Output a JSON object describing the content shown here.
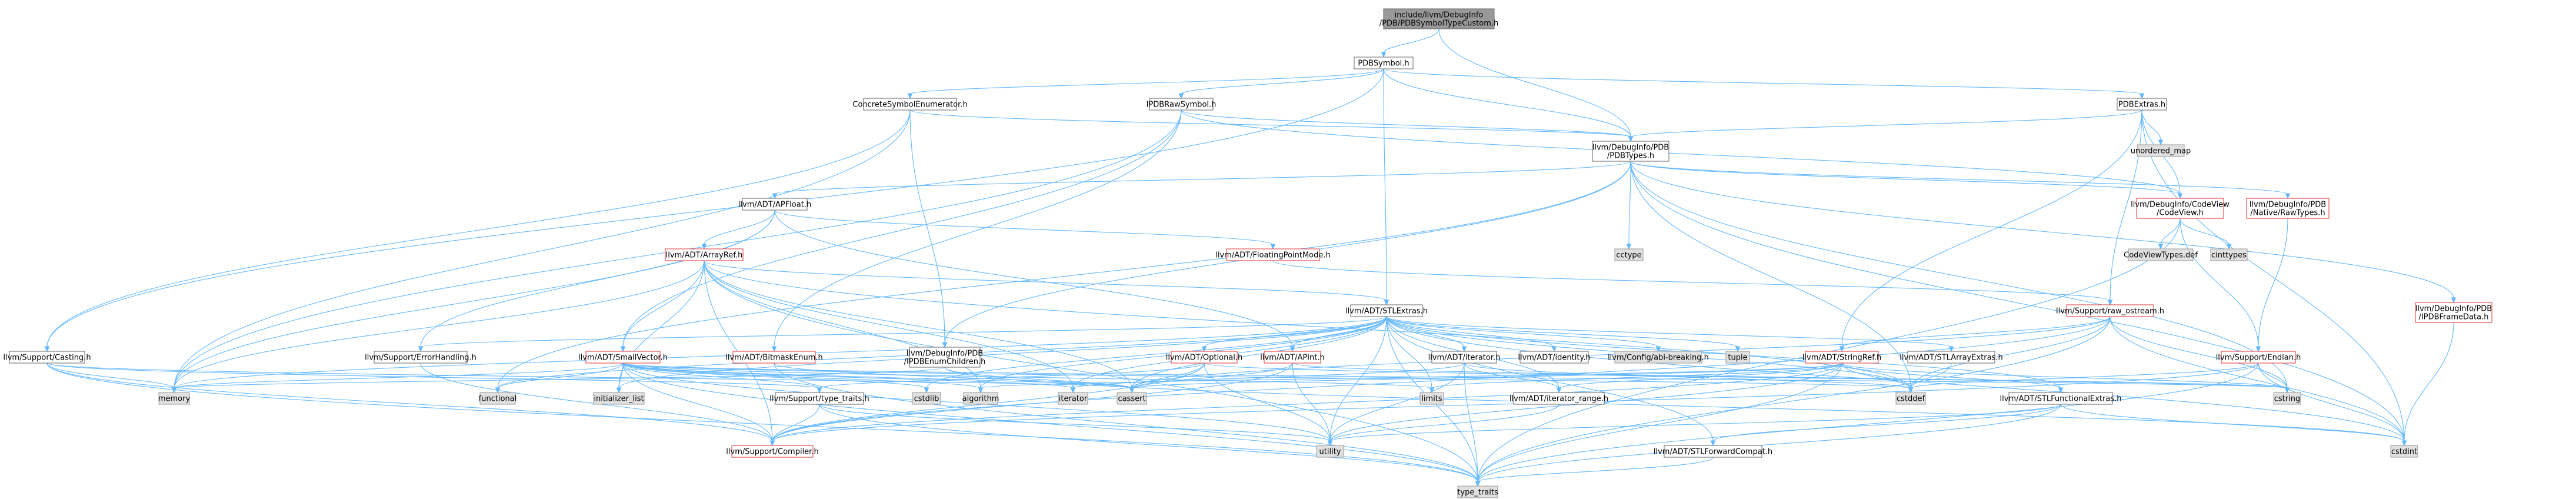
{
  "nodes": [
    {
      "id": "root",
      "lines": [
        "include/llvm/DebugInfo",
        "/PDB/PDBSymbolTypeCustom.h"
      ],
      "style": "root"
    },
    {
      "id": "pdbsymbol",
      "lines": [
        "PDBSymbol.h"
      ],
      "style": "normal"
    },
    {
      "id": "concrete",
      "lines": [
        "ConcreteSymbolEnumerator.h"
      ],
      "style": "normal"
    },
    {
      "id": "ipdbraw",
      "lines": [
        "IPDBRawSymbol.h"
      ],
      "style": "normal"
    },
    {
      "id": "pdbextras",
      "lines": [
        "PDBExtras.h"
      ],
      "style": "normal"
    },
    {
      "id": "pdbtypes",
      "lines": [
        "llvm/DebugInfo/PDB",
        "/PDBTypes.h"
      ],
      "style": "normal"
    },
    {
      "id": "unordered_map",
      "lines": [
        "unordered_map"
      ],
      "style": "gray"
    },
    {
      "id": "apfloat",
      "lines": [
        "llvm/ADT/APFloat.h"
      ],
      "style": "normal"
    },
    {
      "id": "cctype",
      "lines": [
        "cctype"
      ],
      "style": "gray"
    },
    {
      "id": "codeview",
      "lines": [
        "llvm/DebugInfo/CodeView",
        "/CodeView.h"
      ],
      "style": "red"
    },
    {
      "id": "rawtypes",
      "lines": [
        "llvm/DebugInfo/PDB",
        "/Native/RawTypes.h"
      ],
      "style": "red"
    },
    {
      "id": "arrayref",
      "lines": [
        "llvm/ADT/ArrayRef.h"
      ],
      "style": "red"
    },
    {
      "id": "fpmode",
      "lines": [
        "llvm/ADT/FloatingPointMode.h"
      ],
      "style": "red"
    },
    {
      "id": "codeviewtypes",
      "lines": [
        "CodeViewTypes.def"
      ],
      "style": "gray"
    },
    {
      "id": "cinttypes",
      "lines": [
        "cinttypes"
      ],
      "style": "gray"
    },
    {
      "id": "iframe",
      "lines": [
        "llvm/DebugInfo/PDB",
        "/IPDBFrameData.h"
      ],
      "style": "red"
    },
    {
      "id": "stlextras",
      "lines": [
        "llvm/ADT/STLExtras.h"
      ],
      "style": "normal"
    },
    {
      "id": "rawostream",
      "lines": [
        "llvm/Support/raw_ostream.h"
      ],
      "style": "red"
    },
    {
      "id": "casting",
      "lines": [
        "llvm/Support/Casting.h"
      ],
      "style": "normal"
    },
    {
      "id": "errhandling",
      "lines": [
        "llvm/Support/ErrorHandling.h"
      ],
      "style": "normal"
    },
    {
      "id": "smallvector",
      "lines": [
        "llvm/ADT/SmallVector.h"
      ],
      "style": "red"
    },
    {
      "id": "bitmaskenum",
      "lines": [
        "llvm/ADT/BitmaskEnum.h"
      ],
      "style": "red"
    },
    {
      "id": "ienumchildren",
      "lines": [
        "llvm/DebugInfo/PDB",
        "/IPDBEnumChildren.h"
      ],
      "style": "normal"
    },
    {
      "id": "optional",
      "lines": [
        "llvm/ADT/Optional.h"
      ],
      "style": "red"
    },
    {
      "id": "apint",
      "lines": [
        "llvm/ADT/APInt.h"
      ],
      "style": "red"
    },
    {
      "id": "iteratorh",
      "lines": [
        "llvm/ADT/iterator.h"
      ],
      "style": "normal"
    },
    {
      "id": "identity",
      "lines": [
        "llvm/ADT/identity.h"
      ],
      "style": "normal"
    },
    {
      "id": "abibreaking",
      "lines": [
        "llvm/Config/abi-breaking.h"
      ],
      "style": "gray"
    },
    {
      "id": "tuple",
      "lines": [
        "tuple"
      ],
      "style": "gray"
    },
    {
      "id": "stringref",
      "lines": [
        "llvm/ADT/StringRef.h"
      ],
      "style": "red"
    },
    {
      "id": "stlarrayextras",
      "lines": [
        "llvm/ADT/STLArrayExtras.h"
      ],
      "style": "normal"
    },
    {
      "id": "endian",
      "lines": [
        "llvm/Support/Endian.h"
      ],
      "style": "red"
    },
    {
      "id": "memory",
      "lines": [
        "memory"
      ],
      "style": "gray"
    },
    {
      "id": "functional",
      "lines": [
        "functional"
      ],
      "style": "gray"
    },
    {
      "id": "initlist",
      "lines": [
        "initializer_list"
      ],
      "style": "gray"
    },
    {
      "id": "typetraits",
      "lines": [
        "llvm/Support/type_traits.h"
      ],
      "style": "normal"
    },
    {
      "id": "cstdlib",
      "lines": [
        "cstdlib"
      ],
      "style": "gray"
    },
    {
      "id": "algorithm",
      "lines": [
        "algorithm"
      ],
      "style": "gray"
    },
    {
      "id": "iterator",
      "lines": [
        "iterator"
      ],
      "style": "gray"
    },
    {
      "id": "cassert",
      "lines": [
        "cassert"
      ],
      "style": "gray"
    },
    {
      "id": "limits",
      "lines": [
        "limits"
      ],
      "style": "gray"
    },
    {
      "id": "iterrange",
      "lines": [
        "llvm/ADT/iterator_range.h"
      ],
      "style": "normal"
    },
    {
      "id": "cstddef",
      "lines": [
        "cstddef"
      ],
      "style": "gray"
    },
    {
      "id": "stlfunc",
      "lines": [
        "llvm/ADT/STLFunctionalExtras.h"
      ],
      "style": "normal"
    },
    {
      "id": "cstring",
      "lines": [
        "cstring"
      ],
      "style": "gray"
    },
    {
      "id": "compiler",
      "lines": [
        "llvm/Support/Compiler.h"
      ],
      "style": "red"
    },
    {
      "id": "utility",
      "lines": [
        "utility"
      ],
      "style": "gray"
    },
    {
      "id": "stlfwd",
      "lines": [
        "llvm/ADT/STLForwardCompat.h"
      ],
      "style": "normal"
    },
    {
      "id": "cstdint",
      "lines": [
        "cstdint"
      ],
      "style": "gray"
    },
    {
      "id": "type_traits",
      "lines": [
        "type_traits"
      ],
      "style": "gray"
    }
  ],
  "edges": [
    [
      "root",
      "pdbsymbol"
    ],
    [
      "root",
      "pdbtypes"
    ],
    [
      "pdbsymbol",
      "concrete"
    ],
    [
      "pdbsymbol",
      "ipdbraw"
    ],
    [
      "pdbsymbol",
      "pdbextras"
    ],
    [
      "pdbsymbol",
      "pdbtypes"
    ],
    [
      "pdbsymbol",
      "stlextras"
    ],
    [
      "pdbsymbol",
      "casting"
    ],
    [
      "concrete",
      "ienumchildren"
    ],
    [
      "concrete",
      "pdbtypes"
    ],
    [
      "concrete",
      "casting"
    ],
    [
      "concrete",
      "memory"
    ],
    [
      "ipdbraw",
      "pdbtypes"
    ],
    [
      "ipdbraw",
      "bitmaskenum"
    ],
    [
      "ipdbraw",
      "memory"
    ],
    [
      "ipdbraw",
      "codeview"
    ],
    [
      "ipdbraw",
      "smallvector"
    ],
    [
      "pdbextras",
      "pdbtypes"
    ],
    [
      "pdbextras",
      "codeview"
    ],
    [
      "pdbextras",
      "stringref"
    ],
    [
      "pdbextras",
      "rawostream"
    ],
    [
      "pdbextras",
      "unordered_map"
    ],
    [
      "pdbextras",
      "cstdint"
    ],
    [
      "pdbtypes",
      "apfloat"
    ],
    [
      "pdbtypes",
      "codeview"
    ],
    [
      "pdbtypes",
      "rawtypes"
    ],
    [
      "pdbtypes",
      "iframe"
    ],
    [
      "pdbtypes",
      "ienumchildren"
    ],
    [
      "pdbtypes",
      "cctype"
    ],
    [
      "pdbtypes",
      "cstddef"
    ],
    [
      "pdbtypes",
      "cstdint"
    ],
    [
      "pdbtypes",
      "cstring"
    ],
    [
      "pdbtypes",
      "functional"
    ],
    [
      "apfloat",
      "arrayref"
    ],
    [
      "apfloat",
      "fpmode"
    ],
    [
      "apfloat",
      "errhandling"
    ],
    [
      "apfloat",
      "apint"
    ],
    [
      "apfloat",
      "memory"
    ],
    [
      "codeview",
      "codeviewtypes"
    ],
    [
      "codeview",
      "cinttypes"
    ],
    [
      "codeview",
      "endian"
    ],
    [
      "codeview",
      "type_traits"
    ],
    [
      "rawtypes",
      "endian"
    ],
    [
      "iframe",
      "cstdint"
    ],
    [
      "fpmode",
      "rawostream"
    ],
    [
      "arrayref",
      "stlextras"
    ],
    [
      "arrayref",
      "smallvector"
    ],
    [
      "arrayref",
      "compiler"
    ],
    [
      "arrayref",
      "algorithm"
    ],
    [
      "arrayref",
      "cassert"
    ],
    [
      "arrayref",
      "cstddef"
    ],
    [
      "arrayref",
      "initlist"
    ],
    [
      "arrayref",
      "iterator"
    ],
    [
      "arrayref",
      "memory"
    ],
    [
      "arrayref",
      "type_traits"
    ],
    [
      "arrayref",
      "vector_dummy"
    ],
    [
      "stlextras",
      "optional"
    ],
    [
      "stlextras",
      "apint"
    ],
    [
      "stlextras",
      "iteratorh"
    ],
    [
      "stlextras",
      "identity"
    ],
    [
      "stlextras",
      "abibreaking"
    ],
    [
      "stlextras",
      "tuple"
    ],
    [
      "stlextras",
      "stlarrayextras"
    ],
    [
      "stlextras",
      "stlfunc"
    ],
    [
      "stlextras",
      "stlfwd"
    ],
    [
      "stlextras",
      "iterrange"
    ],
    [
      "stlextras",
      "errhandling"
    ],
    [
      "stlextras",
      "algorithm"
    ],
    [
      "stlextras",
      "cassert"
    ],
    [
      "stlextras",
      "cstddef"
    ],
    [
      "stlextras",
      "cstdint"
    ],
    [
      "stlextras",
      "cstdlib"
    ],
    [
      "stlextras",
      "functional"
    ],
    [
      "stlextras",
      "initlist"
    ],
    [
      "stlextras",
      "iterator"
    ],
    [
      "stlextras",
      "limits"
    ],
    [
      "stlextras",
      "memory"
    ],
    [
      "stlextras",
      "type_traits"
    ],
    [
      "stlextras",
      "utility"
    ],
    [
      "rawostream",
      "stringref"
    ],
    [
      "rawostream",
      "compiler"
    ],
    [
      "rawostream",
      "cassert"
    ],
    [
      "rawostream",
      "cstddef"
    ],
    [
      "rawostream",
      "cstdint"
    ],
    [
      "rawostream",
      "cstring"
    ],
    [
      "rawostream",
      "type_traits"
    ],
    [
      "casting",
      "typetraits"
    ],
    [
      "casting",
      "compiler"
    ],
    [
      "casting",
      "cassert"
    ],
    [
      "casting",
      "memory"
    ],
    [
      "casting",
      "type_traits"
    ],
    [
      "errhandling",
      "compiler"
    ],
    [
      "smallvector",
      "compiler"
    ],
    [
      "smallvector",
      "typetraits"
    ],
    [
      "smallvector",
      "algorithm"
    ],
    [
      "smallvector",
      "cassert"
    ],
    [
      "smallvector",
      "cstddef"
    ],
    [
      "smallvector",
      "cstdlib"
    ],
    [
      "smallvector",
      "cstring"
    ],
    [
      "smallvector",
      "functional"
    ],
    [
      "smallvector",
      "initlist"
    ],
    [
      "smallvector",
      "iterator"
    ],
    [
      "smallvector",
      "limits"
    ],
    [
      "smallvector",
      "memory"
    ],
    [
      "smallvector",
      "type_traits"
    ],
    [
      "smallvector",
      "utility"
    ],
    [
      "bitmaskenum",
      "cassert"
    ],
    [
      "bitmaskenum",
      "type_traits"
    ],
    [
      "ienumchildren",
      "cassert"
    ],
    [
      "ienumchildren",
      "cstdint"
    ],
    [
      "ienumchildren",
      "memory"
    ],
    [
      "optional",
      "compiler"
    ],
    [
      "optional",
      "typetraits"
    ],
    [
      "optional",
      "cassert"
    ],
    [
      "optional",
      "cstring"
    ],
    [
      "optional",
      "new_dummy"
    ],
    [
      "optional",
      "utility"
    ],
    [
      "apint",
      "compiler"
    ],
    [
      "apint",
      "cassert"
    ],
    [
      "apint",
      "climits_dummy"
    ],
    [
      "apint",
      "cstring"
    ],
    [
      "apint",
      "utility"
    ],
    [
      "iteratorh",
      "iterrange"
    ],
    [
      "iteratorh",
      "cstddef"
    ],
    [
      "iteratorh",
      "iterator"
    ],
    [
      "iteratorh",
      "type_traits"
    ],
    [
      "iteratorh",
      "utility"
    ],
    [
      "stringref",
      "stlfunc"
    ],
    [
      "stringref",
      "iterrange"
    ],
    [
      "stringref",
      "compiler"
    ],
    [
      "stringref",
      "algorithm"
    ],
    [
      "stringref",
      "cassert"
    ],
    [
      "stringref",
      "cstddef"
    ],
    [
      "stringref",
      "cstring"
    ],
    [
      "stringref",
      "limits"
    ],
    [
      "stringref",
      "type_traits"
    ],
    [
      "stringref",
      "utility"
    ],
    [
      "stlarrayextras",
      "cstddef"
    ],
    [
      "endian",
      "cstring"
    ],
    [
      "endian",
      "cstddef"
    ],
    [
      "endian",
      "cstdint"
    ],
    [
      "endian",
      "type_traits"
    ],
    [
      "endian",
      "compiler"
    ],
    [
      "typetraits",
      "compiler"
    ],
    [
      "typetraits",
      "type_traits"
    ],
    [
      "typetraits",
      "utility"
    ],
    [
      "iterrange",
      "utility"
    ],
    [
      "stlfunc",
      "stlfwd"
    ],
    [
      "stlfunc",
      "cstdint"
    ],
    [
      "stlfunc",
      "type_traits"
    ],
    [
      "stlfunc",
      "utility"
    ],
    [
      "stlfwd",
      "type_traits"
    ]
  ]
}
